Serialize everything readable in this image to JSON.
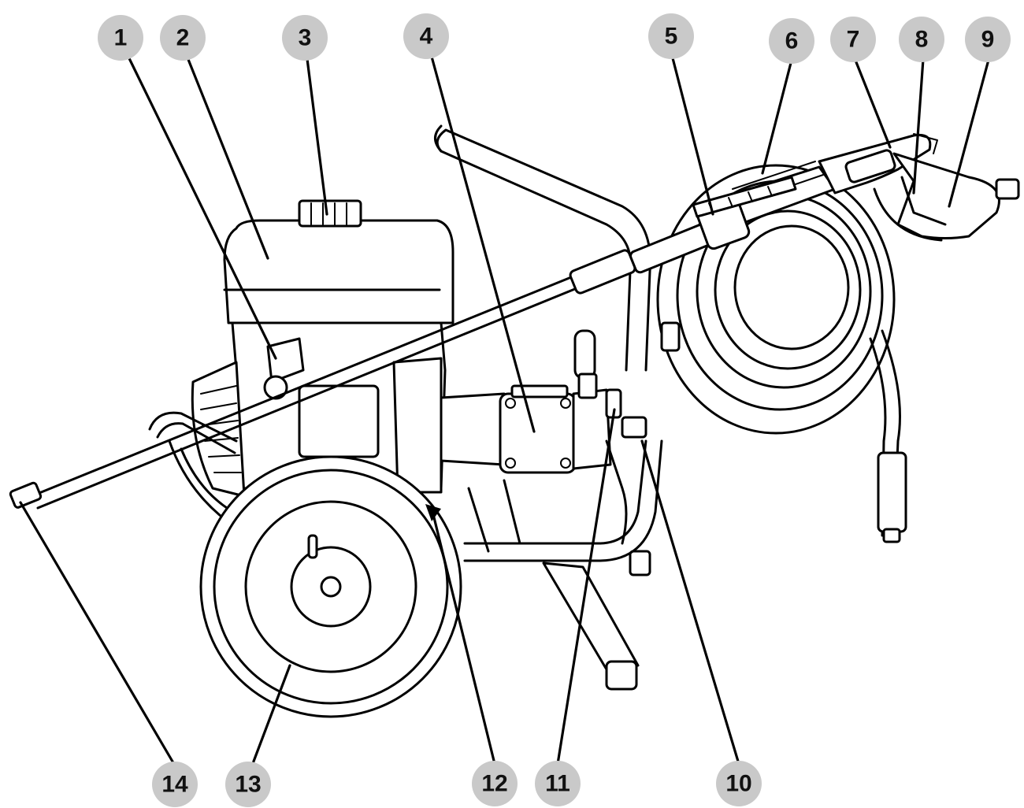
{
  "diagram": {
    "accent_color": "#c9c9c9",
    "callouts": [
      {
        "label": "1"
      },
      {
        "label": "2"
      },
      {
        "label": "3"
      },
      {
        "label": "4"
      },
      {
        "label": "5"
      },
      {
        "label": "6"
      },
      {
        "label": "7"
      },
      {
        "label": "8"
      },
      {
        "label": "9"
      },
      {
        "label": "10"
      },
      {
        "label": "11"
      },
      {
        "label": "12"
      },
      {
        "label": "13"
      },
      {
        "label": "14"
      }
    ]
  }
}
